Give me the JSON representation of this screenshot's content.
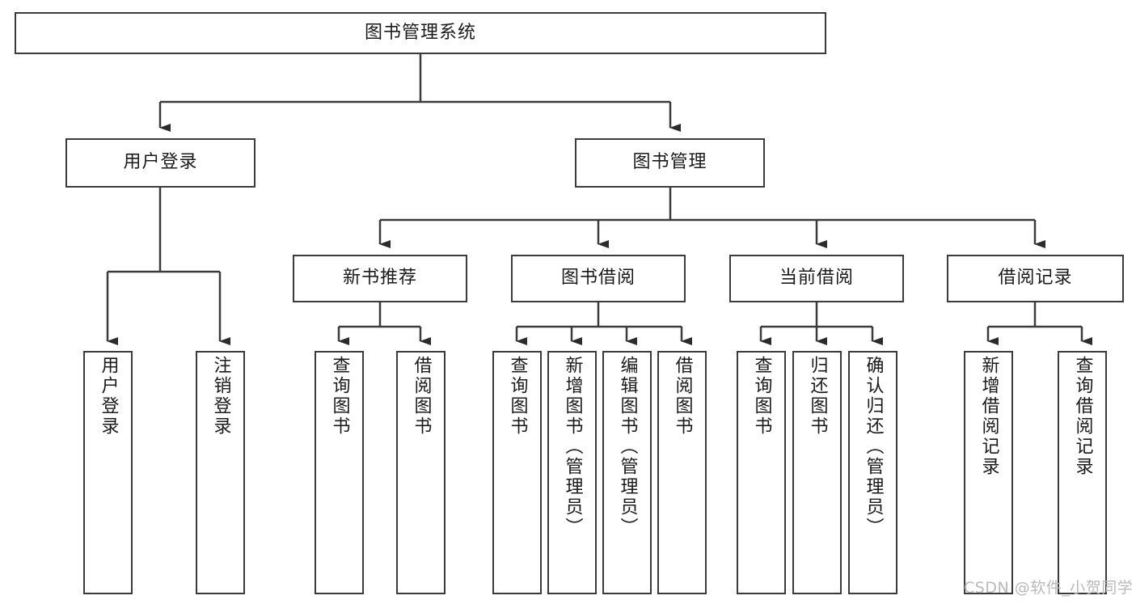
{
  "diagram": {
    "type": "tree-hierarchy-chart",
    "title": "图书管理系统",
    "stroke_color": "#3b3b3b",
    "fill_color": "#ffffff",
    "text_color": "#1a1a1a",
    "levels": [
      {
        "level": 1,
        "nodes": [
          {
            "id": "root",
            "label": "图书管理系统",
            "orientation": "horizontal"
          }
        ]
      },
      {
        "level": 2,
        "nodes": [
          {
            "id": "user-login",
            "label": "用户登录",
            "orientation": "horizontal",
            "parent": "root"
          },
          {
            "id": "book-management",
            "label": "图书管理",
            "orientation": "horizontal",
            "parent": "root"
          }
        ]
      },
      {
        "level": 3,
        "nodes": [
          {
            "id": "new-book-recommend",
            "label": "新书推荐",
            "orientation": "horizontal",
            "parent": "book-management"
          },
          {
            "id": "book-borrow",
            "label": "图书借阅",
            "orientation": "horizontal",
            "parent": "book-management"
          },
          {
            "id": "current-borrow",
            "label": "当前借阅",
            "orientation": "horizontal",
            "parent": "book-management"
          },
          {
            "id": "borrow-record",
            "label": "借阅记录",
            "orientation": "horizontal",
            "parent": "book-management"
          }
        ]
      },
      {
        "level": 4,
        "nodes": [
          {
            "id": "leaf-user-login",
            "label": "用户登录",
            "orientation": "vertical",
            "parent": "user-login"
          },
          {
            "id": "leaf-logout-login",
            "label": "注销登录",
            "orientation": "vertical",
            "parent": "user-login"
          },
          {
            "id": "leaf-query-book-1",
            "label": "查询图书",
            "orientation": "vertical",
            "parent": "new-book-recommend"
          },
          {
            "id": "leaf-borrow-book-1",
            "label": "借阅图书",
            "orientation": "vertical",
            "parent": "new-book-recommend"
          },
          {
            "id": "leaf-query-book-2",
            "label": "查询图书",
            "orientation": "vertical",
            "parent": "book-borrow"
          },
          {
            "id": "leaf-add-book",
            "label": "新增图书（管理员）",
            "orientation": "vertical",
            "parent": "book-borrow"
          },
          {
            "id": "leaf-edit-book",
            "label": "编辑图书（管理员）",
            "orientation": "vertical",
            "parent": "book-borrow"
          },
          {
            "id": "leaf-borrow-book-2",
            "label": "借阅图书",
            "orientation": "vertical",
            "parent": "book-borrow"
          },
          {
            "id": "leaf-query-book-3",
            "label": "查询图书",
            "orientation": "vertical",
            "parent": "current-borrow"
          },
          {
            "id": "leaf-return-book",
            "label": "归还图书",
            "orientation": "vertical",
            "parent": "current-borrow"
          },
          {
            "id": "leaf-confirm-return",
            "label": "确认归还（管理员）",
            "orientation": "vertical",
            "parent": "current-borrow"
          },
          {
            "id": "leaf-add-record",
            "label": "新增借阅记录",
            "orientation": "vertical",
            "parent": "borrow-record"
          },
          {
            "id": "leaf-query-record",
            "label": "查询借阅记录",
            "orientation": "vertical",
            "parent": "borrow-record"
          }
        ]
      }
    ]
  },
  "watermark": {
    "text": "CSDN @软件_小贺同学"
  }
}
